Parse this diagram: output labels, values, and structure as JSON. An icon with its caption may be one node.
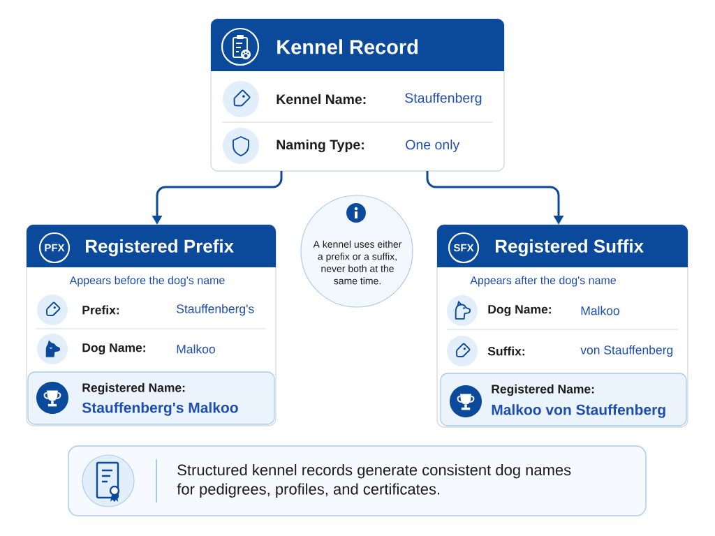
{
  "diagram": {
    "nodes": [
      {
        "text": [
          "Kennel Record",
          "Kennel Name:",
          "Stauffenberg",
          "Naming Type:",
          "One only"
        ]
      },
      {
        "text": [
          "Registered Prefix",
          "Appears before the dog's name",
          "Prefix:",
          "Stauffenberg's",
          "Dog Name:",
          "Malkoo"
        ]
      },
      {
        "text": [
          "PFX"
        ],
        "in": 1
      },
      {
        "text": [
          "Registered Name:",
          "Stauffenberg's Malkoo"
        ],
        "in": 1
      },
      {
        "text": [
          "A kennel uses either a prefix or a suffix, never both at the same time."
        ]
      },
      {
        "text": [
          "Registered Suffix",
          "Appears after the dog's name",
          "Dog Name:",
          "Malkoo",
          "Suffix:",
          "von Stauffenberg"
        ]
      },
      {
        "text": [
          "SFX"
        ],
        "in": 5
      },
      {
        "text": [
          "Registered Name:",
          "Malkoo von Stauffenberg"
        ],
        "in": 5
      },
      {
        "text": [
          "Structured kennel records generate consistent dog names for pedigrees, profiles, and certificates."
        ]
      }
    ],
    "edges": [
      {
        "from": 0,
        "to": 1,
        "arrow": "to"
      },
      {
        "from": 0,
        "to": 5,
        "arrow": "to"
      }
    ]
  }
}
